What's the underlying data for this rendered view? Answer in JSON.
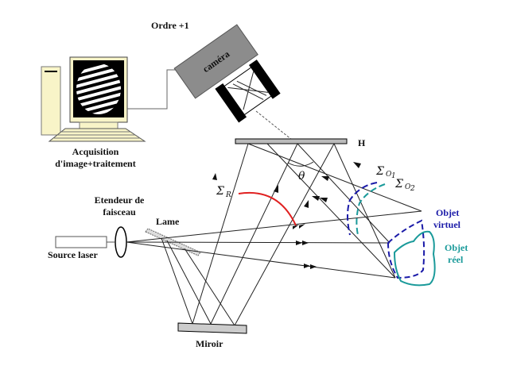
{
  "diagram": {
    "title": "Holographic recording setup",
    "labels": {
      "order": "Ordre +1",
      "camera": "caméra",
      "acquisition_line1": "Acquisition",
      "acquisition_line2": "d'image+traitement",
      "hologram": "H",
      "theta": "θ",
      "sigma": "Σ",
      "sigma_r_sub": "R",
      "sigma_o1_sub": "O",
      "sigma_o1_idx": "1",
      "sigma_o2_sub": "O",
      "sigma_o2_idx": "2",
      "expander_line1": "Etendeur de",
      "expander_line2": "faisceau",
      "plate": "Lame",
      "laser": "Source laser",
      "mirror": "Miroir",
      "virtual_obj_line1": "Objet",
      "virtual_obj_line2": "virtuel",
      "real_obj_line1": "Objet",
      "real_obj_line2": "réel"
    },
    "colors": {
      "reference_wave": "#e02020",
      "virtual_object": "#1a1aa8",
      "real_object": "#1a9a9a",
      "camera_body": "#8c8c8c",
      "computer": "#f8f4c8"
    }
  }
}
